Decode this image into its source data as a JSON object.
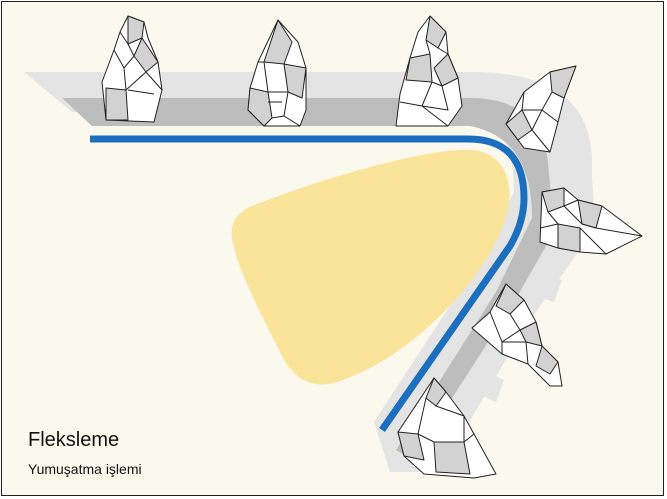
{
  "caption": {
    "title": "Fleksleme",
    "subtitle": "Yumuşatma işlemi"
  },
  "colors": {
    "background": "#fbf8ee",
    "border": "#222222",
    "belt_blue": "#1b6fbe",
    "band_dark": "#bdbdbd",
    "band_light": "#e4e4e4",
    "core_yellow": "#fae49a",
    "grain_white": "#ffffff",
    "grain_shade": "#d2d2d2",
    "outline": "#222222"
  },
  "grains": [
    {
      "name": "grain-1"
    },
    {
      "name": "grain-2"
    },
    {
      "name": "grain-3"
    },
    {
      "name": "grain-4"
    },
    {
      "name": "grain-5"
    },
    {
      "name": "grain-6"
    },
    {
      "name": "grain-7"
    }
  ]
}
